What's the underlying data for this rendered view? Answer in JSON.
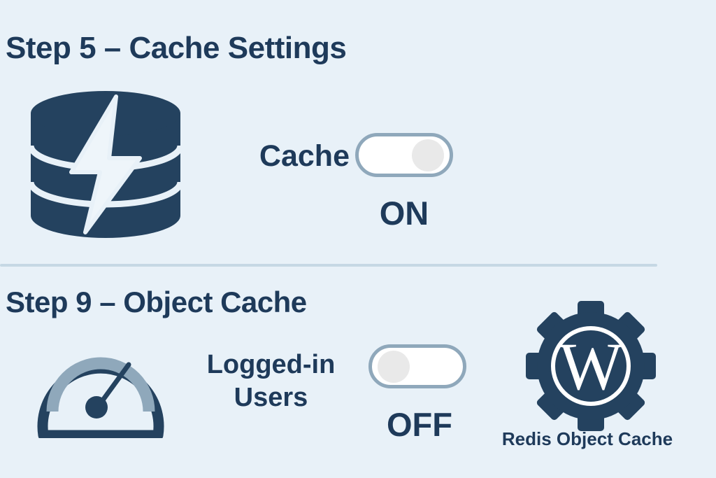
{
  "page": {
    "background_color": "#e8f1f8",
    "text_color": "#1e3a5a",
    "accent_color": "#8fa8bb"
  },
  "sections": [
    {
      "id": "step5",
      "heading": "Step 5 – Cache Settings",
      "icon_name": "database-lightning-icon",
      "setting": {
        "label": "Cache",
        "toggle_state": "on",
        "state_text": "ON"
      }
    },
    {
      "id": "step9",
      "heading": "Step 9 – Object Cache",
      "icon_name": "speedometer-gauge-icon",
      "setting": {
        "label": "Logged-in Users",
        "label_line1": "Logged-in",
        "label_line2": "Users",
        "toggle_state": "off",
        "state_text": "OFF"
      },
      "plugin": {
        "icon_name": "wordpress-gear-icon",
        "caption": "Redis Object Cache"
      }
    }
  ]
}
